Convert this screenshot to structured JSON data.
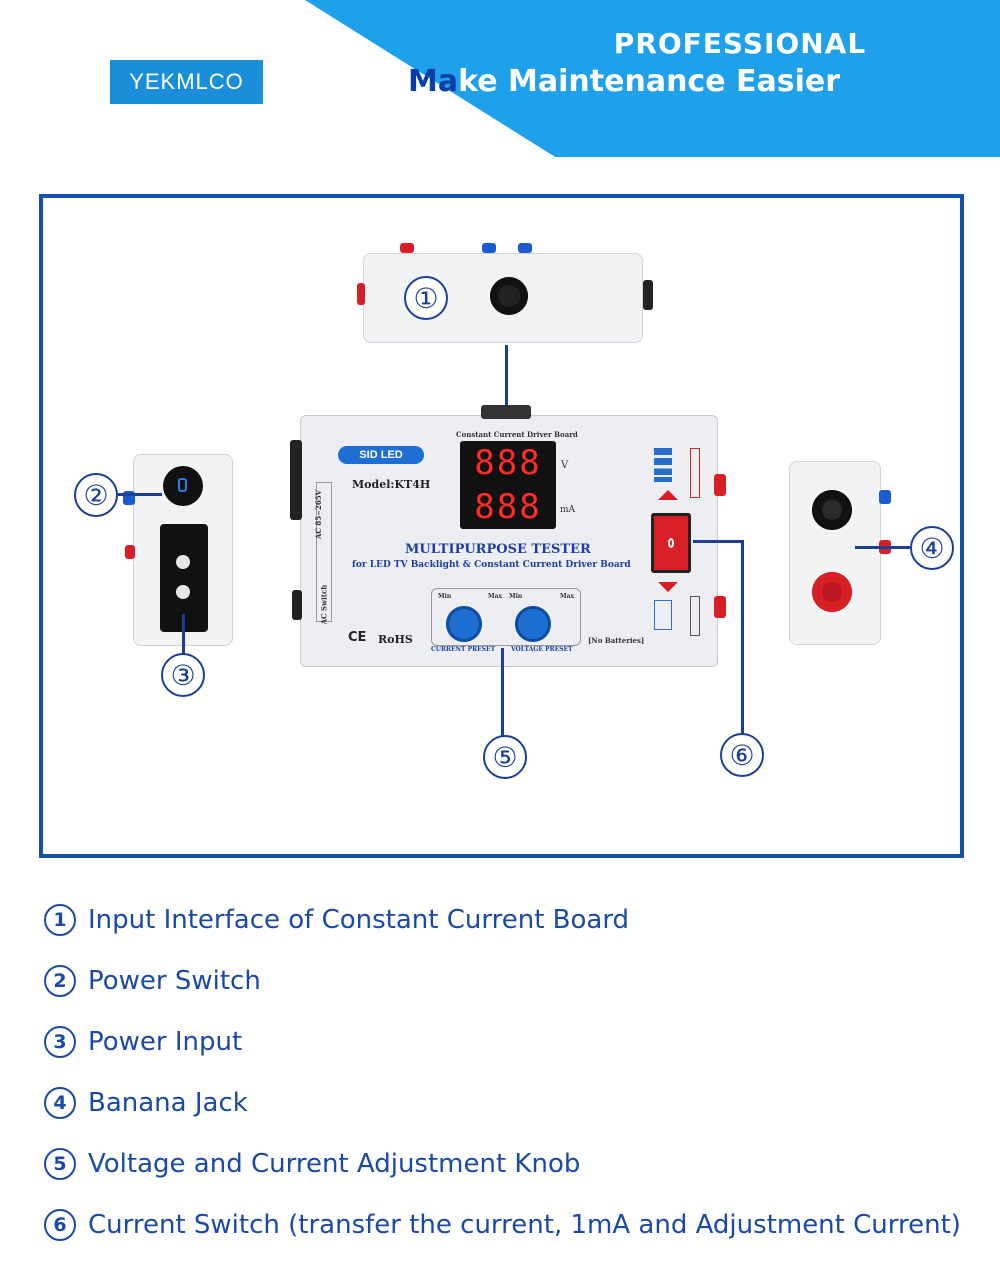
{
  "brand": {
    "logo_text": "YEKMLCO"
  },
  "header": {
    "line1": "PROFESSIONAL",
    "line2_dark": "Ma",
    "line2_light": "ke Maintenance Easier"
  },
  "diagram": {
    "callouts": [
      "①",
      "②",
      "③",
      "④",
      "⑤",
      "⑥"
    ],
    "device": {
      "brand": "SID LED",
      "model": "Model:KT4H",
      "board_label": "Constant Current Driver Board",
      "display_top": "888",
      "display_bottom": "888",
      "unit_top": "V",
      "unit_bottom": "mA",
      "title": "MULTIPURPOSE TESTER",
      "subtitle": "for LED TV Backlight & Constant Current Driver Board",
      "ac_label": "AC 85~265V",
      "ac_switch": "AC Switch",
      "min_label": "Min",
      "max_label": "Max",
      "current_preset": "CURRENT PRESET",
      "voltage_preset": "VOLTAGE PRESET",
      "no_batteries": "[No Batteries]",
      "ce": "CE",
      "rohs": "RoHS"
    },
    "colors": {
      "frame": "#1450b0",
      "accent": "#1ea0ea",
      "red": "#d81f26"
    }
  },
  "legend": [
    {
      "num": "1",
      "text": "Input Interface of Constant Current Board"
    },
    {
      "num": "2",
      "text": "Power Switch"
    },
    {
      "num": "3",
      "text": "Power Input"
    },
    {
      "num": "4",
      "text": "Banana Jack"
    },
    {
      "num": "5",
      "text": "Voltage and Current Adjustment Knob"
    },
    {
      "num": "6",
      "text": "Current Switch (transfer the current, 1mA and Adjustment  Current)"
    }
  ]
}
